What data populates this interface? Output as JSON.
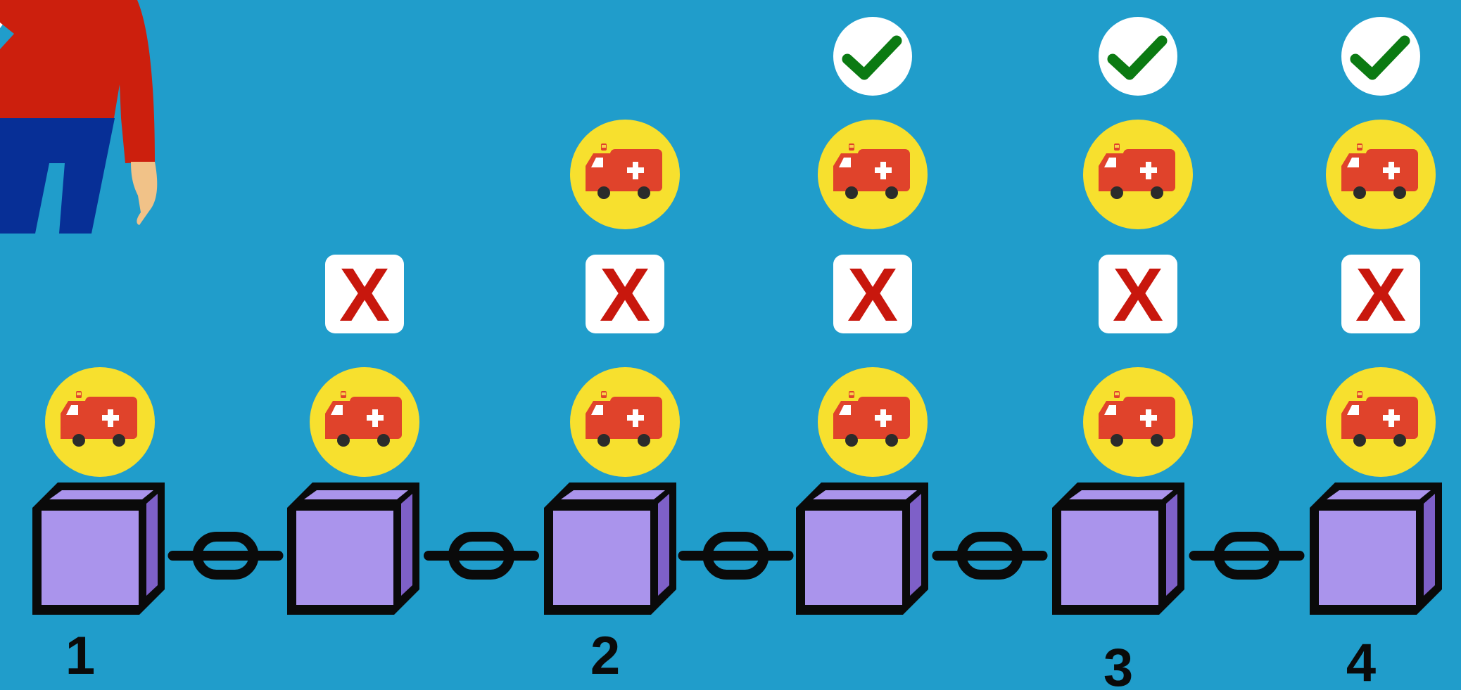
{
  "colors": {
    "background": "#209dcb",
    "block_face": "#aa94ec",
    "block_side": "#7e60c8",
    "block_outline": "#0a0a0a",
    "token_circle": "#f7e02e",
    "ambulance_body": "#e0432b",
    "reject_mark": "#c8170d",
    "approve_mark": "#0b7a12",
    "person_shirt": "#cc1f0d",
    "person_pants": "#072f96",
    "person_skin": "#f1c288"
  },
  "icons": {
    "block": "cube-icon",
    "link": "chain-link-icon",
    "token": "ambulance-icon",
    "reject": "x-mark-icon",
    "approve": "checkmark-icon",
    "person": "person-icon"
  },
  "blocks": [
    {
      "label": "1",
      "tokens": 1,
      "reject": false,
      "approve": false
    },
    {
      "label": "",
      "tokens": 1,
      "reject": true,
      "approve": false
    },
    {
      "label": "2",
      "tokens": 2,
      "reject": true,
      "approve": false
    },
    {
      "label": "",
      "tokens": 2,
      "reject": true,
      "approve": true
    },
    {
      "label": "3",
      "tokens": 2,
      "reject": true,
      "approve": true
    },
    {
      "label": "4",
      "tokens": 2,
      "reject": true,
      "approve": true
    }
  ],
  "reject_glyph": "X"
}
